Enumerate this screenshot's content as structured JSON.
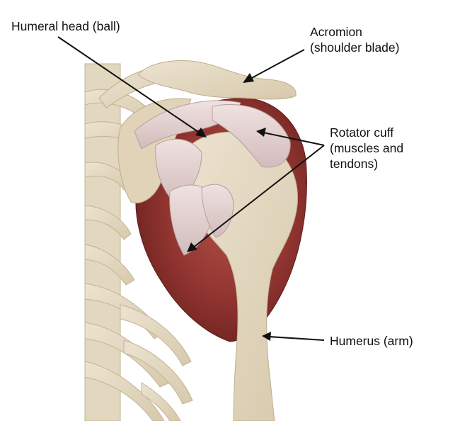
{
  "diagram": {
    "labels": {
      "humeral_head": "Humeral head (ball)",
      "acromion": [
        "Acromion",
        "(shoulder blade)"
      ],
      "rotator_cuff": [
        "Rotator cuff",
        "(muscles and",
        "tendons)"
      ],
      "humerus": "Humerus (arm)"
    },
    "colors": {
      "bone": "#e6dcc7",
      "bone_shadow": "#c9bb9f",
      "muscle_dark": "#7e2a26",
      "muscle_mid": "#a8423c",
      "tendon": "#e7d6d4",
      "arrow": "#111111"
    }
  }
}
